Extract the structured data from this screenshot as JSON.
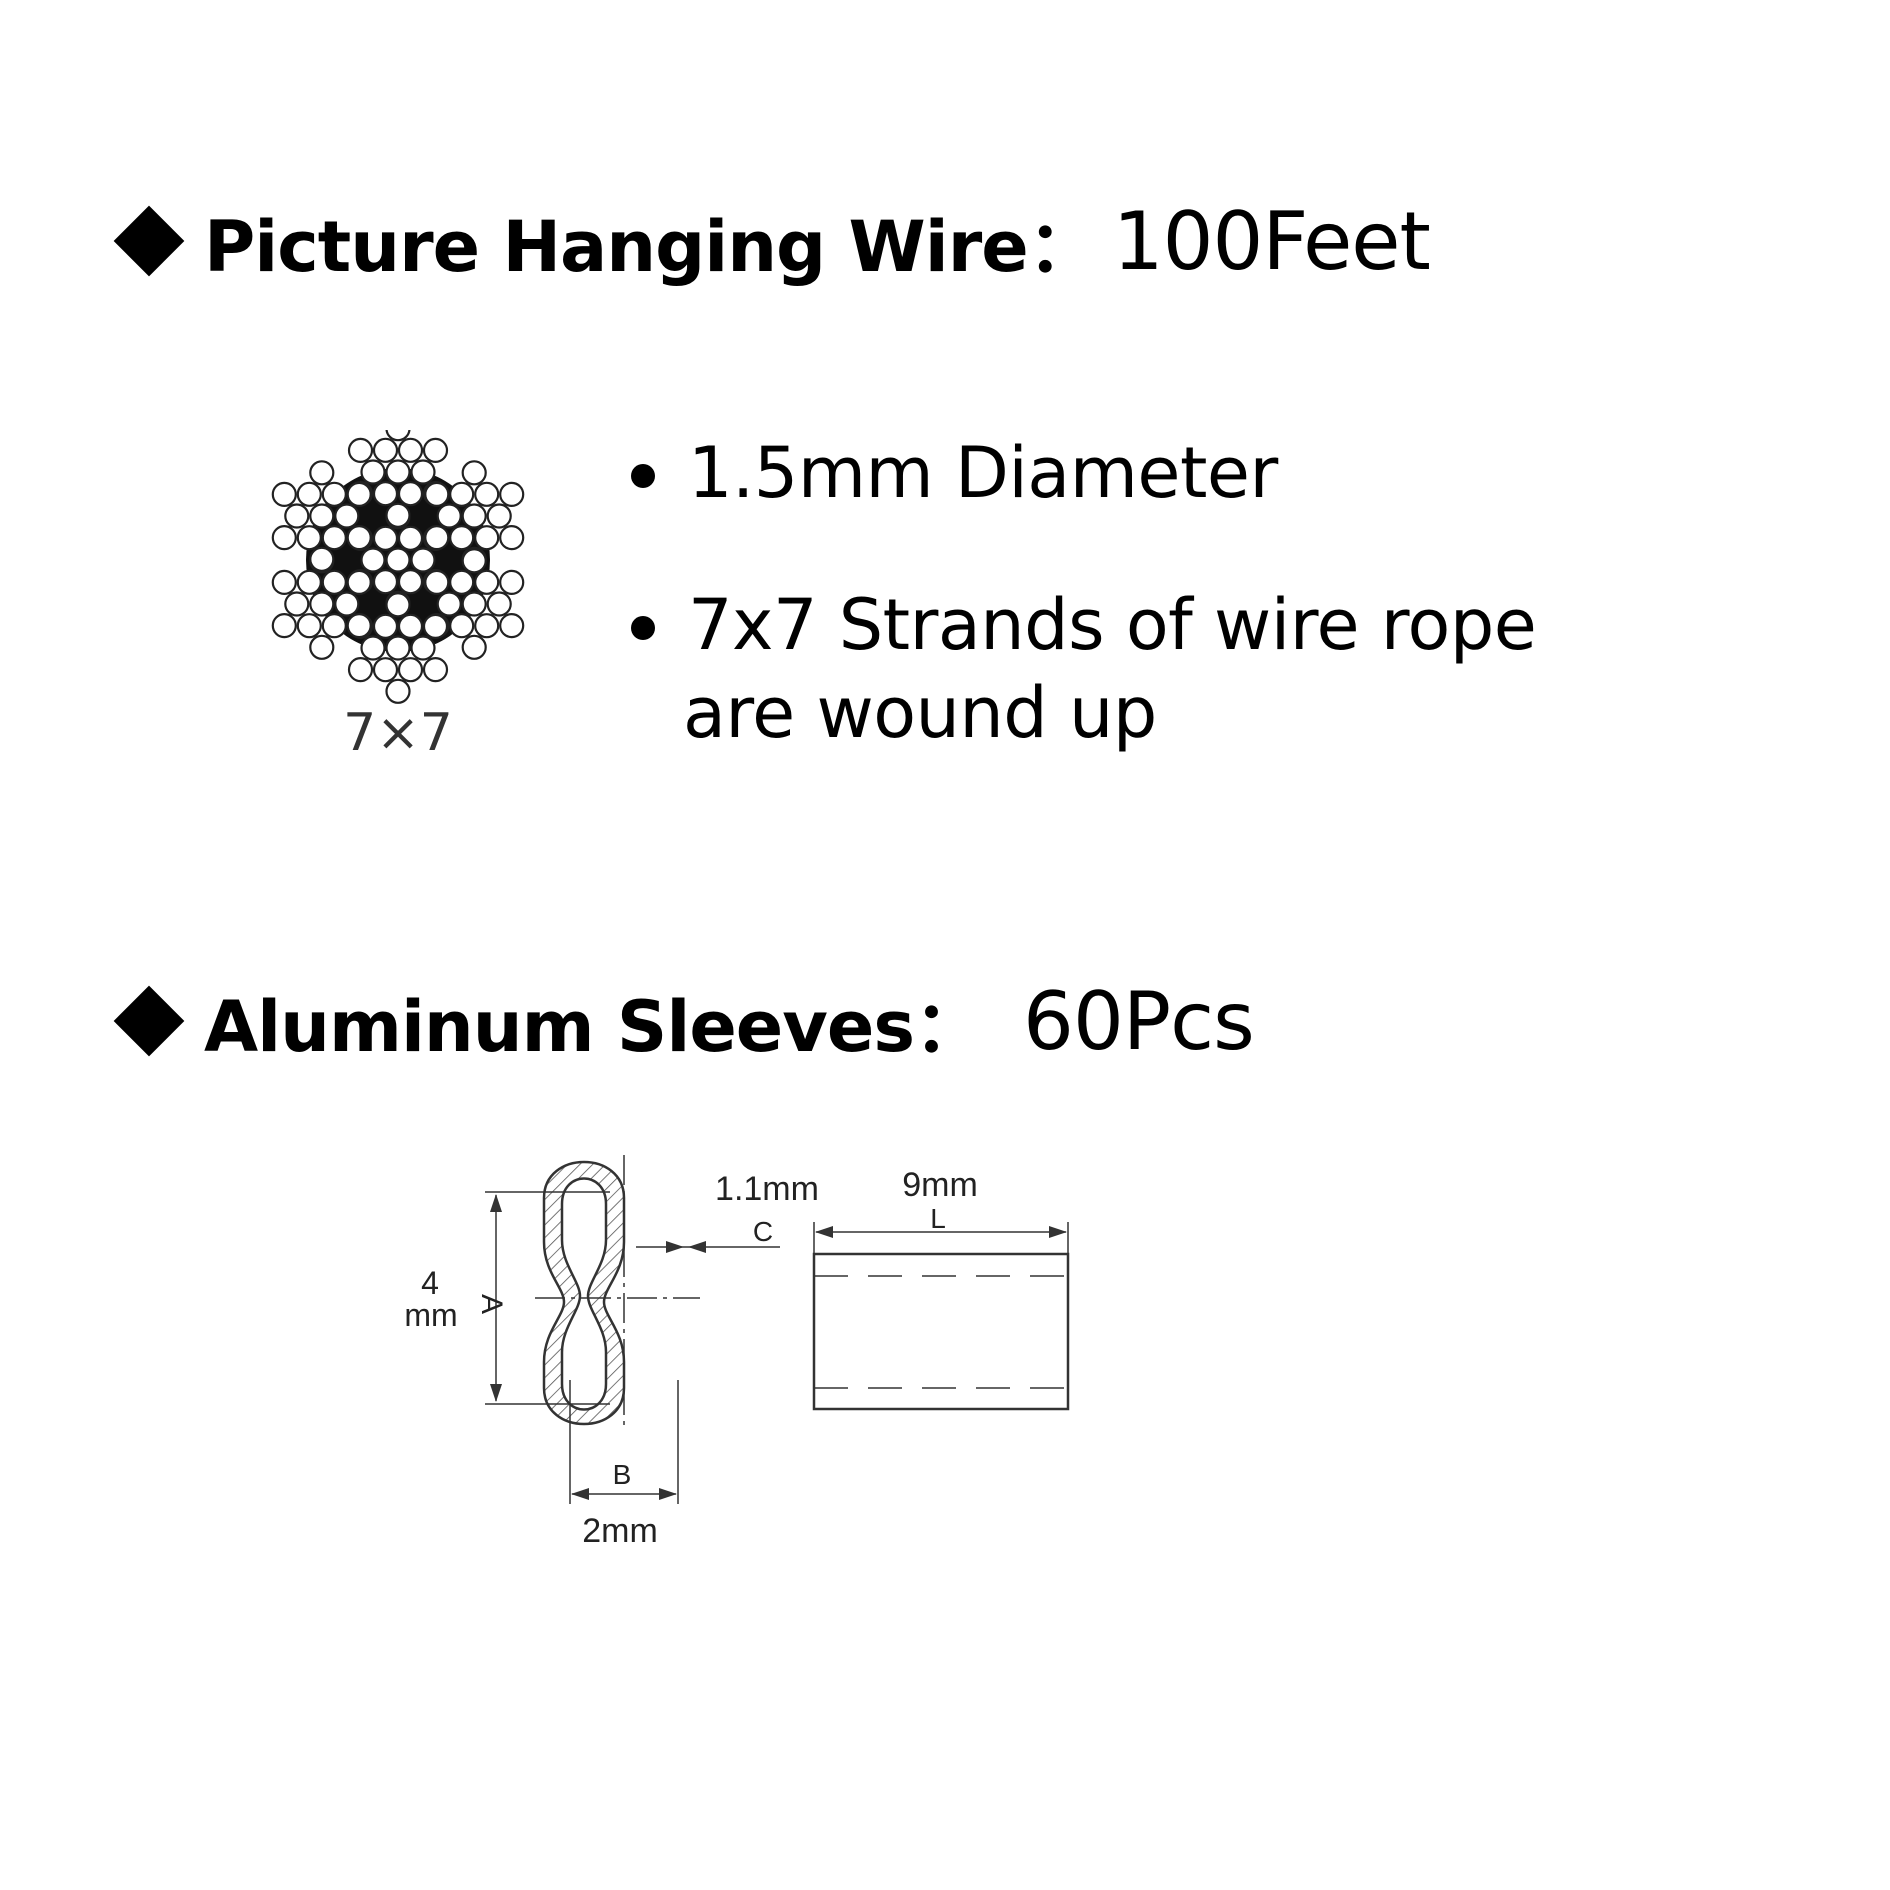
{
  "wire": {
    "heading": "Picture Hanging Wire：",
    "quantity": "100Feet",
    "strand_label": "7×7",
    "bullets": [
      "1.5mm Diameter",
      "7x7 Strands of wire rope",
      "are wound up"
    ]
  },
  "sleeves": {
    "heading": "Aluminum Sleeves：",
    "quantity": "60Pcs",
    "dims": {
      "height_value": "4",
      "height_unit": "mm",
      "height_letter": "A",
      "width_letter": "B",
      "width_value": "2mm",
      "wall_value": "1.1mm",
      "wall_letter": "C",
      "length_value": "9mm",
      "length_letter": "L"
    }
  }
}
